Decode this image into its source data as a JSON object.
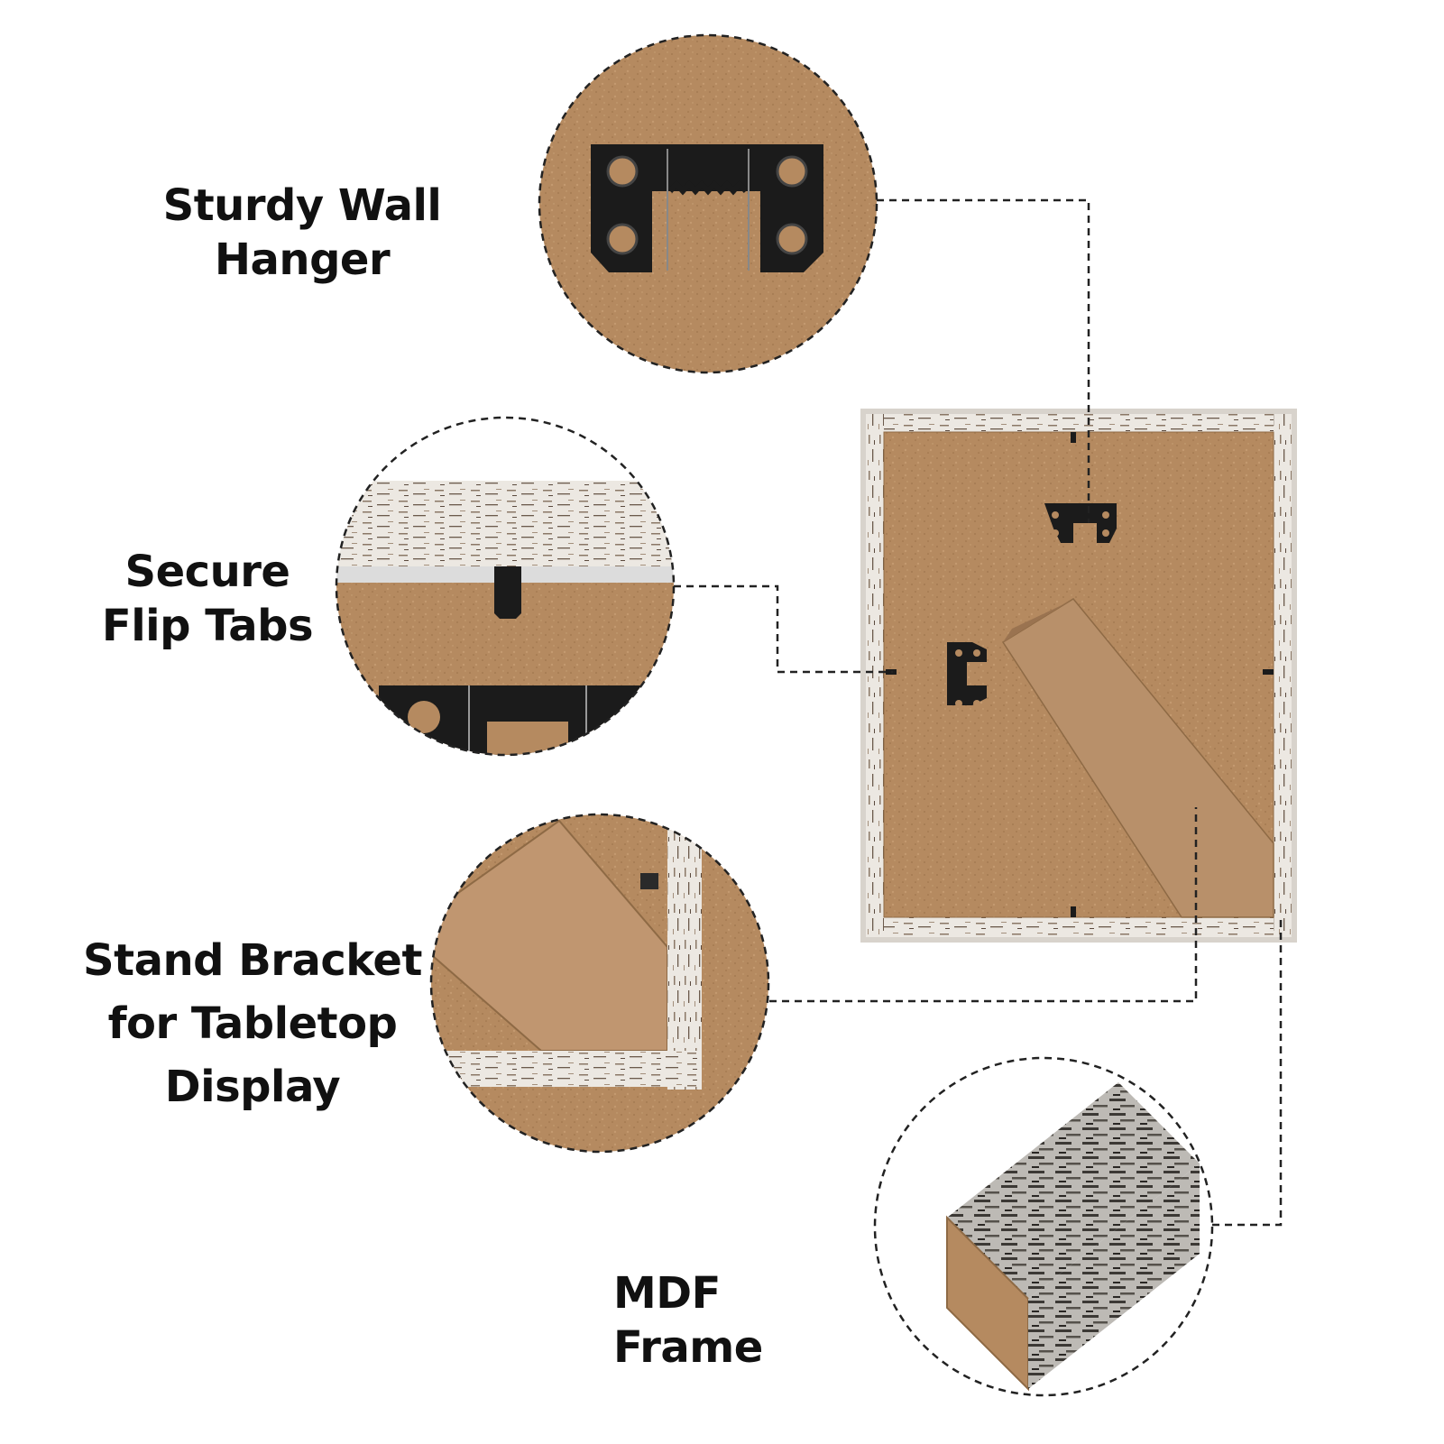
{
  "features": [
    {
      "id": "wall-hanger",
      "lines": [
        "Sturdy Wall Hanger"
      ]
    },
    {
      "id": "flip-tabs",
      "lines": [
        "Secure",
        "Flip Tabs"
      ]
    },
    {
      "id": "stand-bracket",
      "lines": [
        "Stand Bracket",
        "for Tabletop",
        "Display"
      ]
    },
    {
      "id": "mdf-frame",
      "lines": [
        "MDF Frame"
      ]
    }
  ],
  "colors": {
    "background": "#ffffff",
    "text": "#111111",
    "backing_board": "#b58a60",
    "backing_board_dark": "#a57b52",
    "frame_white": "#ece8e2",
    "frame_weathered": "#6b5a4c",
    "hardware": "#1b1b1b",
    "dashed_line": "#222222"
  },
  "icons": [
    "wall-hanger-icon",
    "flip-tab-icon",
    "stand-bracket-icon",
    "frame-moulding-icon"
  ]
}
